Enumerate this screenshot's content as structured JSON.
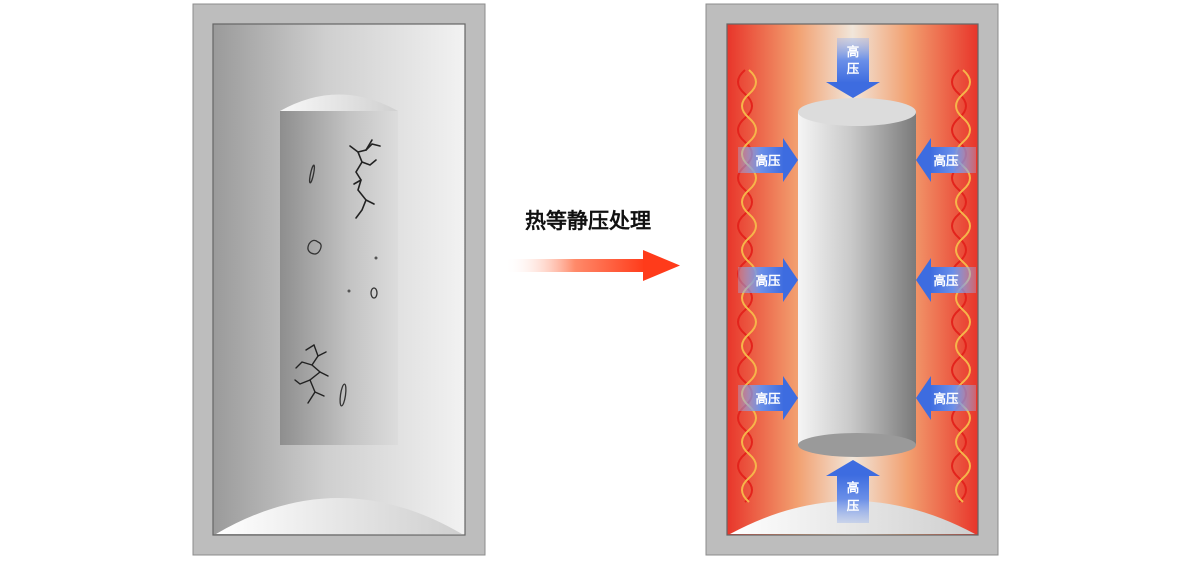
{
  "process": {
    "label": "热等静压处理"
  },
  "pressure": {
    "label": "高压",
    "label_vertical_line1": "高",
    "label_vertical_line2": "压"
  },
  "colors": {
    "frame_gray": "#bdbdbd",
    "heat_red": "#e8352a",
    "heat_orange": "#f2a96a",
    "arrow_blue": "#3d6ce0",
    "process_arrow": "#ff3b1a"
  }
}
